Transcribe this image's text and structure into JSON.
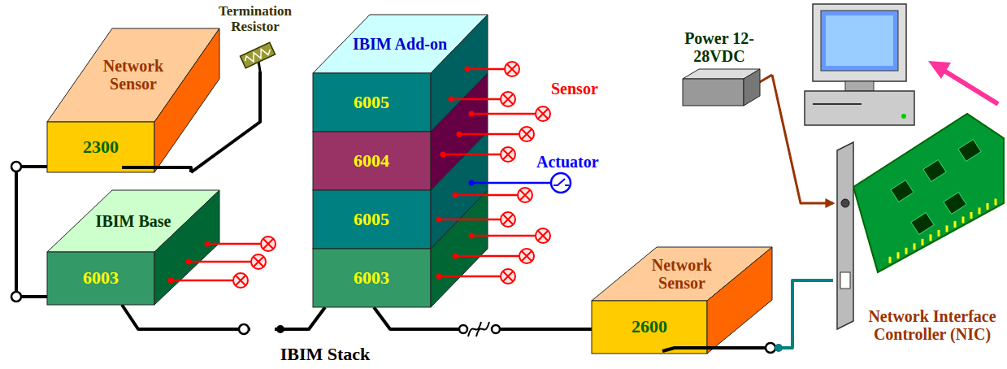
{
  "diagram": {
    "nodes": [
      {
        "text": [
          "Network Sensor",
          "2300"
        ]
      },
      {
        "text": [
          "Termination Resistor"
        ]
      },
      {
        "text": [
          "IBIM Base",
          "6003"
        ]
      },
      {
        "text": [
          "IBIM Add-on",
          "6005"
        ]
      },
      {
        "text": [
          "6004"
        ]
      },
      {
        "text": [
          "6005"
        ]
      },
      {
        "text": [
          "6003"
        ]
      },
      {
        "text": [
          "Power 12-28VDC"
        ]
      },
      {
        "text": [
          "Network Sensor",
          "2600"
        ]
      },
      {
        "text": [
          "Network Interface Controller (NIC)"
        ]
      }
    ],
    "edges": [
      {
        "from": 0,
        "to": 1,
        "arrow": "none"
      },
      {
        "from": 0,
        "to": 2,
        "arrow": "none"
      },
      {
        "from": 2,
        "to": 6,
        "arrow": "none"
      },
      {
        "from": 6,
        "to": 8,
        "arrow": "none"
      },
      {
        "from": 8,
        "to": 9,
        "arrow": "none"
      },
      {
        "from": 7,
        "to": 9,
        "arrow": "to"
      }
    ],
    "labels": [
      "Sensor",
      "Actuator",
      "IBIM Stack"
    ]
  }
}
